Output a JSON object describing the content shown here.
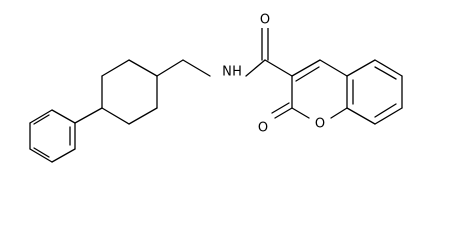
{
  "molecule": {
    "atom_labels": {
      "nh": "N",
      "nh_h": "H",
      "amide_o": "O",
      "lactone_carbonyl_o": "O",
      "ring_o": "O"
    },
    "colors": {
      "bond": "#000000",
      "background": "#ffffff"
    }
  }
}
